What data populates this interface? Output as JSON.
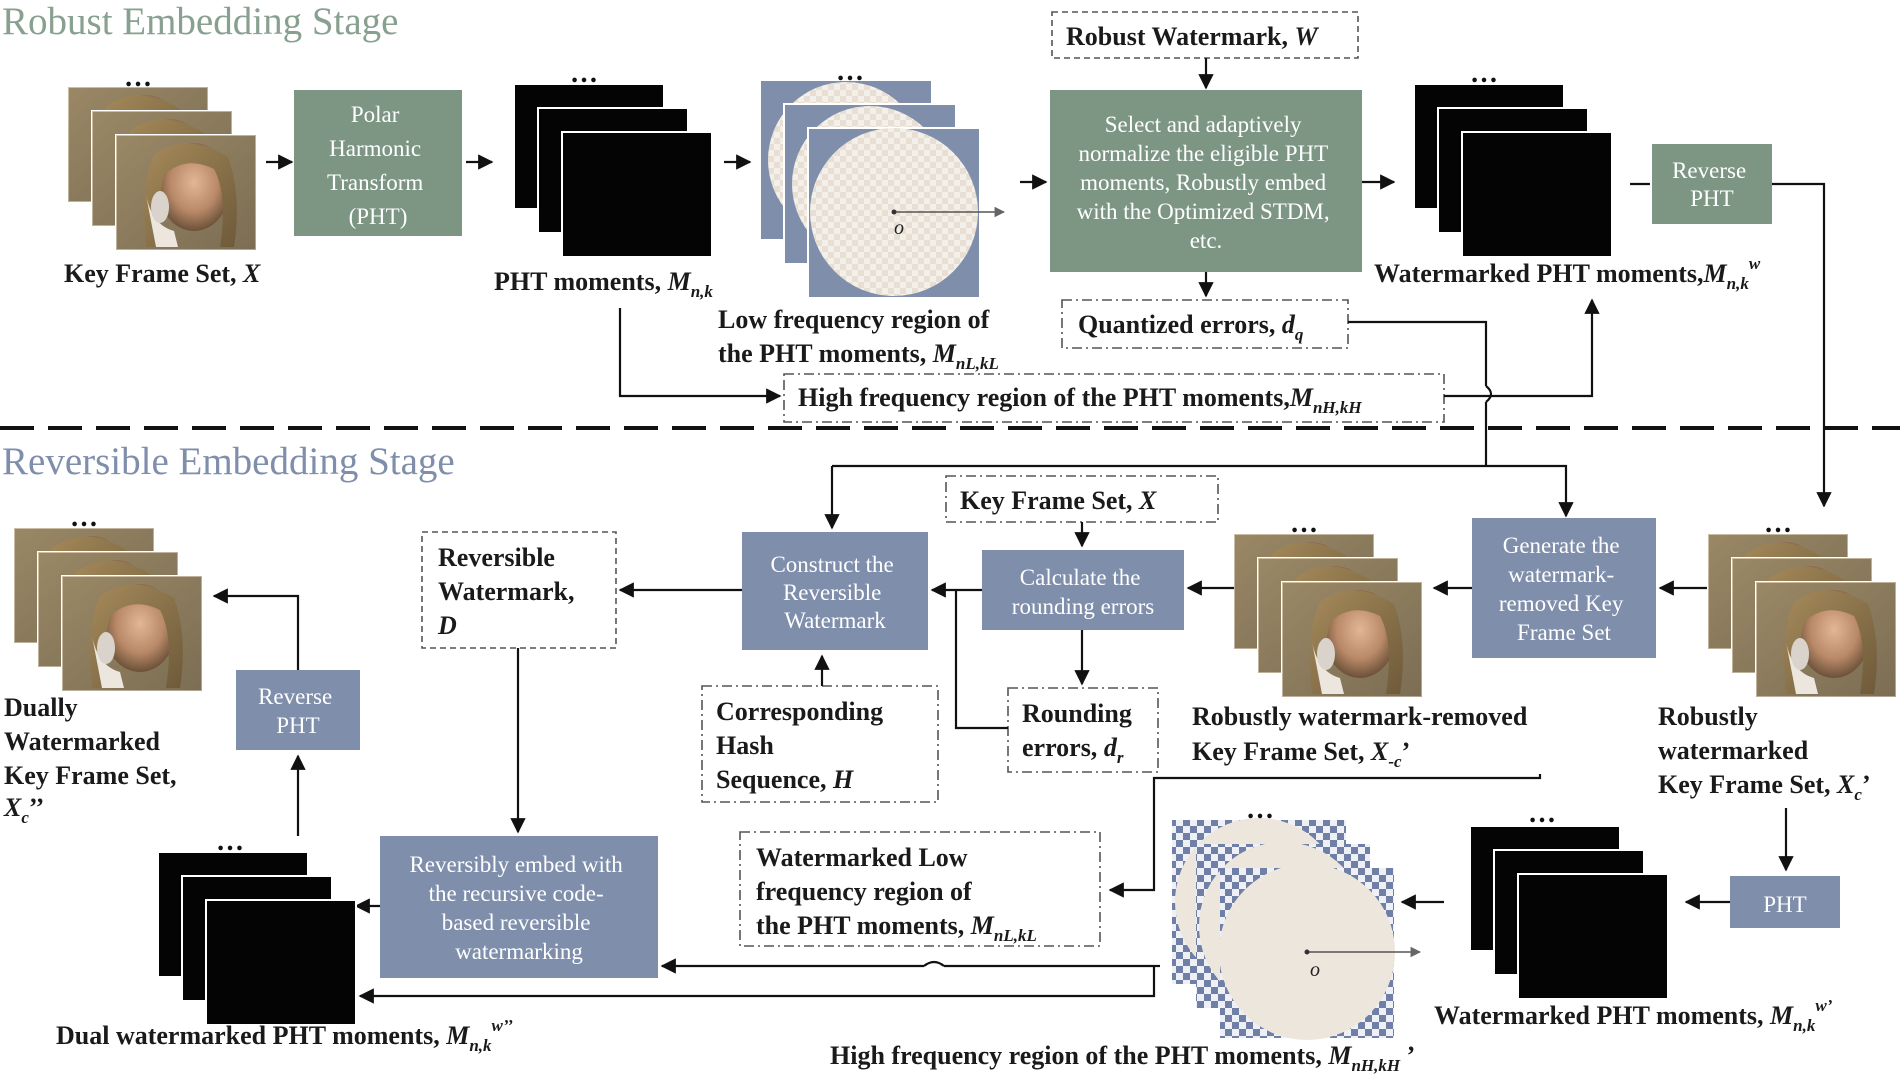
{
  "stages": {
    "robust": "Robust Embedding Stage",
    "reversible": "Reversible Embedding Stage"
  },
  "ellipsis": "…",
  "robust_stage": {
    "key_frame_set": {
      "text": "Key Frame Set, ",
      "var": "X"
    },
    "pht_box": [
      "Polar",
      "Harmonic",
      "Transform",
      "(PHT)"
    ],
    "pht_moments": {
      "text": "PHT moments, ",
      "var": "M",
      "sub": "n,k"
    },
    "low_freq": {
      "line1": "Low frequency region of",
      "line2": "the PHT moments, ",
      "var": "M",
      "sub": "nL,kL"
    },
    "origin": "o",
    "robust_watermark": {
      "text": "Robust Watermark, ",
      "var": "W"
    },
    "embed_box": [
      "Select and adaptively",
      "normalize the eligible PHT",
      "moments, Robustly embed",
      "with the Optimized STDM,",
      "etc."
    ],
    "quantized_errors": {
      "text": "Quantized errors, ",
      "var": "d",
      "sub": "q"
    },
    "high_freq": {
      "text": "High frequency region of the PHT moments,",
      "var": "M",
      "sub": "nH,kH"
    },
    "watermarked_moments": {
      "text": "Watermarked PHT moments,",
      "var": "M",
      "sub": "n,k",
      "sup": "w"
    },
    "reverse_pht": [
      "Reverse",
      "PHT"
    ]
  },
  "reversible_stage": {
    "construct_box": [
      "Construct the",
      "Reversible",
      "Watermark"
    ],
    "key_frame_set": {
      "text": "Key Frame Set, ",
      "var": "X"
    },
    "calculate_box": [
      "Calculate the",
      "rounding errors"
    ],
    "generate_box": [
      "Generate the",
      "watermark-",
      "removed Key",
      "Frame Set"
    ],
    "reversible_watermark": {
      "line1": "Reversible",
      "line2": "Watermark,",
      "var": "D"
    },
    "corresponding_hash": {
      "line1": "Corresponding",
      "line2": "Hash",
      "line3": "Sequence, ",
      "var": "H"
    },
    "rounding_errors": {
      "line1": "Rounding",
      "line2": "errors, ",
      "var": "d",
      "sub": "r"
    },
    "removed_set": {
      "line1": "Robustly watermark-removed",
      "line2": "Key Frame Set, ",
      "var": "X",
      "sub": "-c",
      "suffix": "’"
    },
    "robust_watermarked_set": {
      "line1": "Robustly",
      "line2": "watermarked",
      "line3": "Key Frame Set, ",
      "var": "X",
      "sub": "c",
      "suffix": "’"
    },
    "dually_set": {
      "line1": "Dually",
      "line2": "Watermarked",
      "line3": "Key Frame Set,",
      "var": "X",
      "sub": "c",
      "suffix": "’’"
    },
    "reverse_pht": [
      "Reverse",
      "PHT"
    ],
    "reversibly_embed_box": [
      "Reversibly embed with",
      "the recursive code-",
      "based reversible",
      "watermarking"
    ],
    "watermarked_low": {
      "line1": "Watermarked Low",
      "line2": "frequency region of",
      "line3": "the PHT moments, ",
      "var": "M",
      "sub": "nL,kL"
    },
    "pht_box": "PHT",
    "origin": "o",
    "dual_moments": {
      "text": "Dual watermarked PHT moments, ",
      "var": "M",
      "sub": "n,k",
      "sup": "w’’"
    },
    "high_freq2": {
      "text": "High frequency region of the PHT moments, ",
      "var": "M",
      "sub": "nH,kH",
      "suffix": " ’"
    },
    "watermarked_moments2": {
      "text": "Watermarked PHT moments, ",
      "var": "M",
      "sub": "n,k",
      "sup": "w’"
    }
  }
}
